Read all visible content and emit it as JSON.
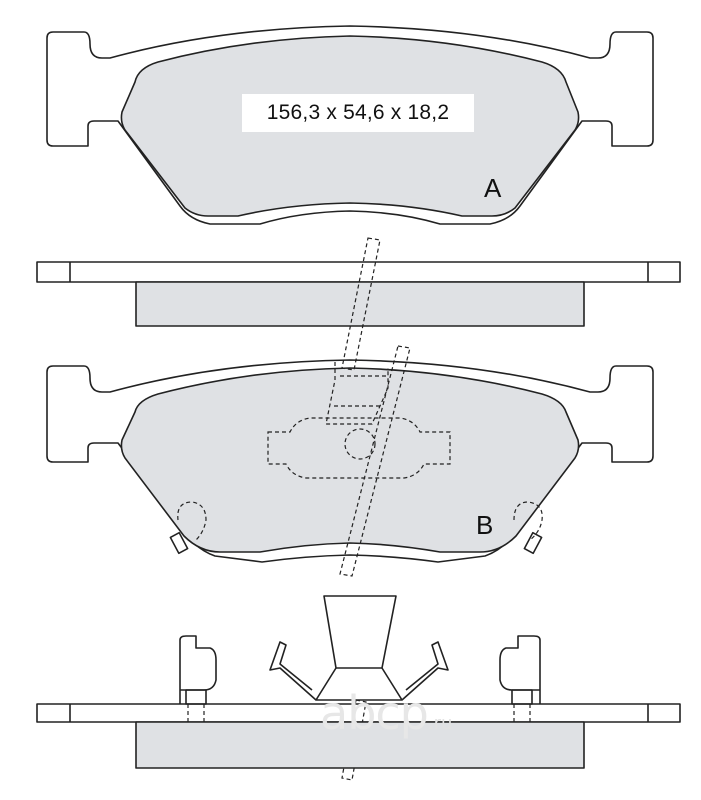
{
  "dimensions_label": "156,3 x 54,6 x 18,2",
  "pad_a_label": "A",
  "pad_b_label": "B",
  "watermark": {
    "main": "abcp",
    "suffix": ".ru"
  },
  "colors": {
    "pad_fill": "#dfe1e4",
    "stroke": "#222222",
    "background": "#ffffff"
  }
}
